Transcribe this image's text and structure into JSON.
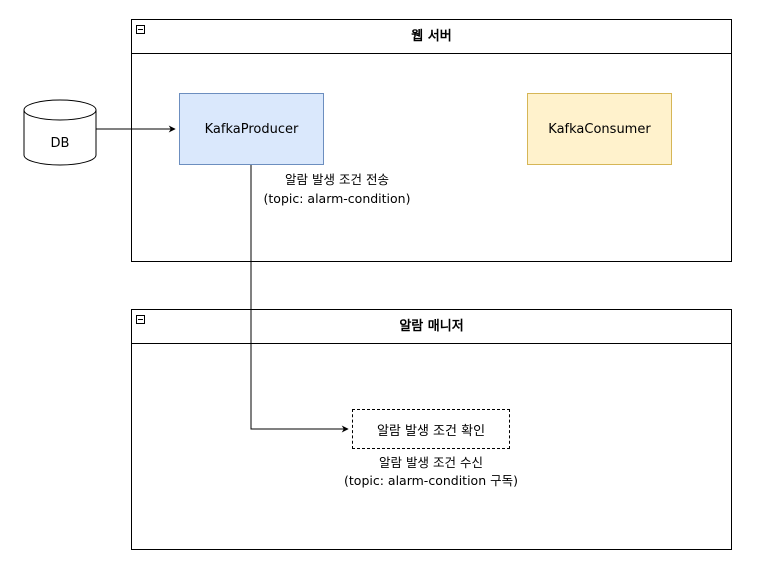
{
  "web_server": {
    "title": "웹 서버"
  },
  "alarm_manager": {
    "title": "알람 매니저"
  },
  "db": {
    "label": "DB"
  },
  "kafka_producer": {
    "label": "KafkaProducer",
    "fill": "#dae8fc",
    "stroke": "#6c8ebf"
  },
  "kafka_consumer": {
    "label": "KafkaConsumer",
    "fill": "#fff2cc",
    "stroke": "#d6b656"
  },
  "alarm_check": {
    "label": "알람 발생 조건 확인"
  },
  "send_label": {
    "line1": "알람 발생 조건 전송",
    "line2": "(topic: alarm-condition)"
  },
  "receive_label": {
    "line1": "알람 발생 조건 수신",
    "line2": "(topic: alarm-condition 구독)"
  }
}
